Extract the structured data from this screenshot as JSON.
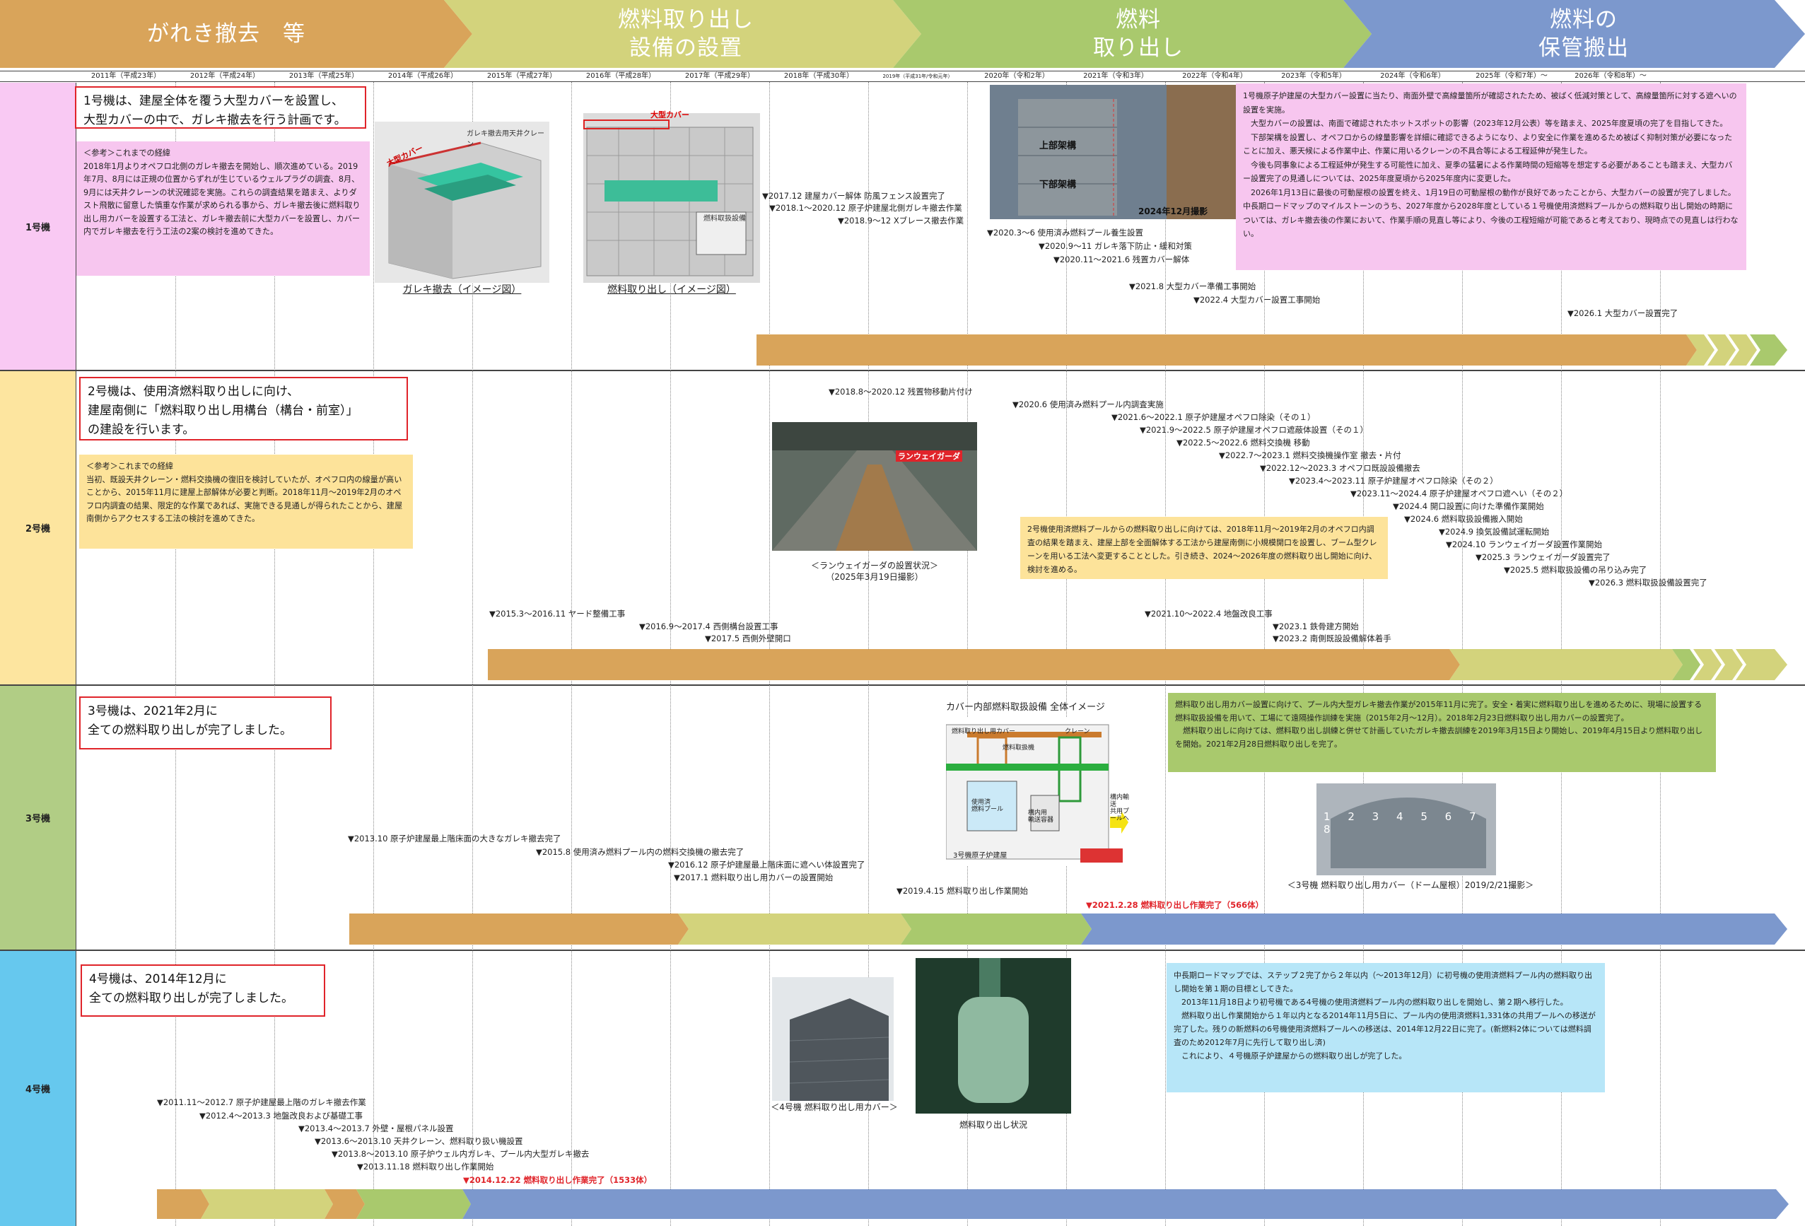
{
  "phases": [
    {
      "label": "がれき撤去　等",
      "color": "#d9a45a"
    },
    {
      "label": "燃料取り出し\n設備の設置",
      "color": "#d3d37c"
    },
    {
      "label": "燃料\n取り出し",
      "color": "#a9c96d"
    },
    {
      "label": "燃料の\n保管搬出",
      "color": "#7c98cd"
    }
  ],
  "years": [
    "2011年（平成23年）",
    "2012年（平成24年）",
    "2013年（平成25年）",
    "2014年（平成26年）",
    "2015年（平成27年）",
    "2016年（平成28年）",
    "2017年（平成29年）",
    "2018年（平成30年）",
    "2019年（平成31年/令和元年）",
    "2020年（令和2年）",
    "2021年（令和3年）",
    "2022年（令和4年）",
    "2023年（令和5年）",
    "2024年（令和6年）",
    "2025年（令和7年）～",
    "2026年（令和8年）～"
  ],
  "colors": {
    "rubble": "#d9a45a",
    "setup": "#d3d37c",
    "fuel": "#a9c96d",
    "storage": "#7c98cd",
    "note_pink": "#f7c6ef",
    "note_yellow": "#fde39a",
    "note_green": "#a9c96d",
    "note_blue": "#b7e6f8",
    "row_pink": "#f9c9f3",
    "row_yellow": "#fde59f",
    "row_green": "#b1cd85",
    "row_blue": "#66c8ee",
    "headline_border": "#e0242a"
  },
  "units": [
    {
      "label": "1号機",
      "headline": "1号機は、建屋全体を覆う大型カバーを設置し、\n大型カバーの中で、ガレキ撤去を行う計画です。",
      "note_left": "＜参考＞これまでの経緯\n2018年1月よりオペフロ北側のガレキ撤去を開始し、順次進めている。2019年7月、8月には正規の位置からずれが生じているウェルプラグの調査、8月、9月には天井クレーンの状況確認を実施。これらの調査結果を踏まえ、よりダスト飛散に留意した慎重な作業が求められる事から、ガレキ撤去後に燃料取り出し用カバーを設置する工法と、ガレキ撤去前に大型カバーを設置し、カバー内でガレキ撤去を行う工法の2案の検討を進めてきた。",
      "note_right": "1号機原子炉建屋の大型カバー設置に当たり、南面外壁で高線量箇所が確認されたため、被ばく低減対策として、高線量箇所に対する遮へいの設置を実施。\n　大型カバーの設置は、南面で確認されたホットスポットの影響（2023年12月公表）等を踏まえ、2025年度夏頃の完了を目指してきた。\n　下部架構を設置し、オペフロからの線量影響を詳細に確認できるようになり、より安全に作業を進めるため被ばく抑制対策が必要になったことに加え、悪天候による作業中止、作業に用いるクレーンの不具合等による工程延伸が発生した。\n　今後も同事象による工程延伸が発生する可能性に加え、夏季の猛暑による作業時間の短縮等を想定する必要があることも踏まえ、大型カバー設置完了の見通しについては、2025年度夏頃から2025年度内に変更した。\n　2026年1月13日に最後の可動屋根の設置を終え、1月19日の可動屋根の動作が良好であったことから、大型カバーの設置が完了しました。 中長期ロードマップのマイルストーンのうち、2027年度から2028年度としている１号機使用済燃料プールからの燃料取り出し開始の時期については、ガレキ撤去後の作業において、作業手順の見直し等により、今後の工程短縮が可能であると考えており、現時点での見直しは行わない。",
      "captions": [
        "ガレキ撤去（イメージ図）",
        "燃料取り出し（イメージ図）"
      ],
      "image_tags": [
        "大型カバー",
        "ガレキ撤去用天井クレーン",
        "大型カバー",
        "燃料取扱設備",
        "上部架構",
        "下部架構",
        "2024年12月撮影"
      ],
      "events": [
        "▼2017.12  建屋カバー解体  防風フェンス設置完了",
        "▼2018.1～2020.12  原子炉建屋北側ガレキ撤去作業",
        "▼2018.9～12  Xブレース撤去作業",
        "▼2020.3～6  使用済み燃料プール養生設置",
        "▼2020.9～11  ガレキ落下防止・緩和対策",
        "▼2020.11～2021.6  残置カバー解体",
        "▼2021.8  大型カバー準備工事開始",
        "▼2022.4  大型カバー設置工事開始",
        "▼2026.1  大型カバー設置完了"
      ]
    },
    {
      "label": "2号機",
      "headline": "2号機は、使用済燃料取り出しに向け、\n建屋南側に「燃料取り出し用構台（構台・前室）」\nの建設を行います。",
      "note_left": "＜参考＞これまでの経緯\n当初、既設天井クレーン・燃料交換機の復旧を検討していたが、オペフロ内の線量が高いことから、2015年11月に建屋上部解体が必要と判断。2018年11月～2019年2月のオペフロ内調査の結果、限定的な作業であれば、実施できる見通しが得られたことから、建屋南側からアクセスする工法の検討を進めてきた。",
      "note_mid": "2号機使用済燃料プールからの燃料取り出しに向けては、2018年11月～2019年2月のオペフロ内調査の結果を踏まえ、建屋上部を全面解体する工法から建屋南側に小規模開口を設置し、ブーム型クレーンを用いる工法へ変更することとした。引き続き、2024～2026年度の燃料取り出し開始に向け、検討を進める。",
      "captions": [
        "＜ランウェイガーダの設置状況＞\n（2025年3月19日撮影）"
      ],
      "image_tags": [
        "ランウェイガーダ"
      ],
      "events": [
        "▼2018.8～2020.12  残置物移動片付け",
        "▼2020.6  使用済み燃料プール内調査実施",
        "▼2021.6～2022.1  原子炉建屋オペフロ除染（その１）",
        "▼2021.9～2022.5  原子炉建屋オペフロ遮蔽体設置（その１）",
        "▼2022.5～2022.6  燃料交換機  移動",
        "▼2022.7～2023.1  燃料交換機操作室  撤去・片付",
        "▼2022.12～2023.3  オペフロ既設設備撤去",
        "▼2023.4～2023.11  原子炉建屋オペフロ除染（その２）",
        "▼2023.11～2024.4  原子炉建屋オペフロ遮へい（その２）",
        "▼2024.4  開口設置に向けた準備作業開始",
        "▼2024.6  燃料取扱設備搬入開始",
        "▼2024.9  換気設備試運転開始",
        "▼2024.10  ランウェイガーダ設置作業開始",
        "▼2025.3  ランウェイガーダ設置完了",
        "▼2025.5  燃料取扱設備の吊り込み完了",
        "▼2026.3  燃料取扱設備設置完了",
        "▼2015.3～2016.11  ヤード整備工事",
        "▼2016.9～2017.4  西側構台設置工事",
        "▼2017.5  西側外壁開口",
        "▼2021.10～2022.4  地盤改良工事",
        "▼2023.1  鉄骨建方開始",
        "▼2023.2  南側既設設備解体着手"
      ]
    },
    {
      "label": "3号機",
      "headline": "3号機は、2021年2月に\n全ての燃料取り出しが完了しました。",
      "note_right": "燃料取り出し用カバー設置に向けて、プール内大型ガレキ撤去作業が2015年11月に完了。安全・着実に燃料取り出しを進めるために、現場に設置する燃料取扱設備を用いて、工場にて遠隔操作訓練を実施（2015年2月～12月）。2018年2月23日燃料取り出し用カバーの設置完了。\n　燃料取り出しに向けては、燃料取り出し訓練と併せて計画していたガレキ撤去訓練を2019年3月15日より開始し、2019年4月15日より燃料取り出しを開始。2021年2月28日燃料取り出しを完了。",
      "diagram_title": "カバー内部燃料取扱設備  全体イメージ",
      "diagram_labels": [
        "燃料取り出し用カバー",
        "クレーン",
        "燃料取扱機",
        "使用済\n燃料プール",
        "構内用\n輸送容器",
        "3号機原子炉建屋",
        "構内輸送\n共用プールへ"
      ],
      "captions": [
        "＜3号機  燃料取り出し用カバー（ドーム屋根）2019/2/21撮影＞"
      ],
      "dome_numbers": [
        "1",
        "2",
        "3",
        "4",
        "5",
        "6",
        "7",
        "8"
      ],
      "events": [
        "▼2013.10  原子炉建屋最上階床面の大きなガレキ撤去完了",
        "▼2015.8  使用済み燃料プール内の燃料交換機の撤去完了",
        "▼2016.12  原子炉建屋最上階床面に遮へい体設置完了",
        "▼2017.1  燃料取り出し用カバーの設置開始",
        "▼2019.4.15  燃料取り出し作業開始",
        "▼2021.2.28  燃料取り出し作業完了（566体）"
      ]
    },
    {
      "label": "4号機",
      "headline": "4号機は、2014年12月に\n全ての燃料取り出しが完了しました。",
      "note_right": "中長期ロードマップでは、ステップ２完了から２年以内（～2013年12月）に初号機の使用済燃料プール内の燃料取り出し開始を第１期の目標としてきた。\n　2013年11月18日より初号機である4号機の使用済燃料プール内の燃料取り出しを開始し、第２期へ移行した。\n　燃料取り出し作業開始から１年以内となる2014年11月5日に、プール内の使用済燃料1,331体の共用プールへの移送が完了した。残りの新燃料の6号機使用済燃料プールへの移送は、2014年12月22日に完了。(新燃料2体については燃料調査のため2012年7月に先行して取り出し済)\n　これにより、４号機原子炉建屋からの燃料取り出しが完了した。",
      "captions": [
        "＜4号機  燃料取り出し用カバー＞",
        "燃料取り出し状況"
      ],
      "events": [
        "▼2011.11～2012.7  原子炉建屋最上階のガレキ撤去作業",
        "▼2012.4～2013.3  地盤改良および基礎工事",
        "▼2013.4～2013.7  外壁・屋根パネル設置",
        "▼2013.6～2013.10  天井クレーン、燃料取り扱い機設置",
        "▼2013.8～2013.10  原子炉ウェル内ガレキ、プール内大型ガレキ撤去",
        "▼2013.11.18  燃料取り出し作業開始",
        "▼2014.12.22  燃料取り出し作業完了（1533体）"
      ]
    }
  ]
}
